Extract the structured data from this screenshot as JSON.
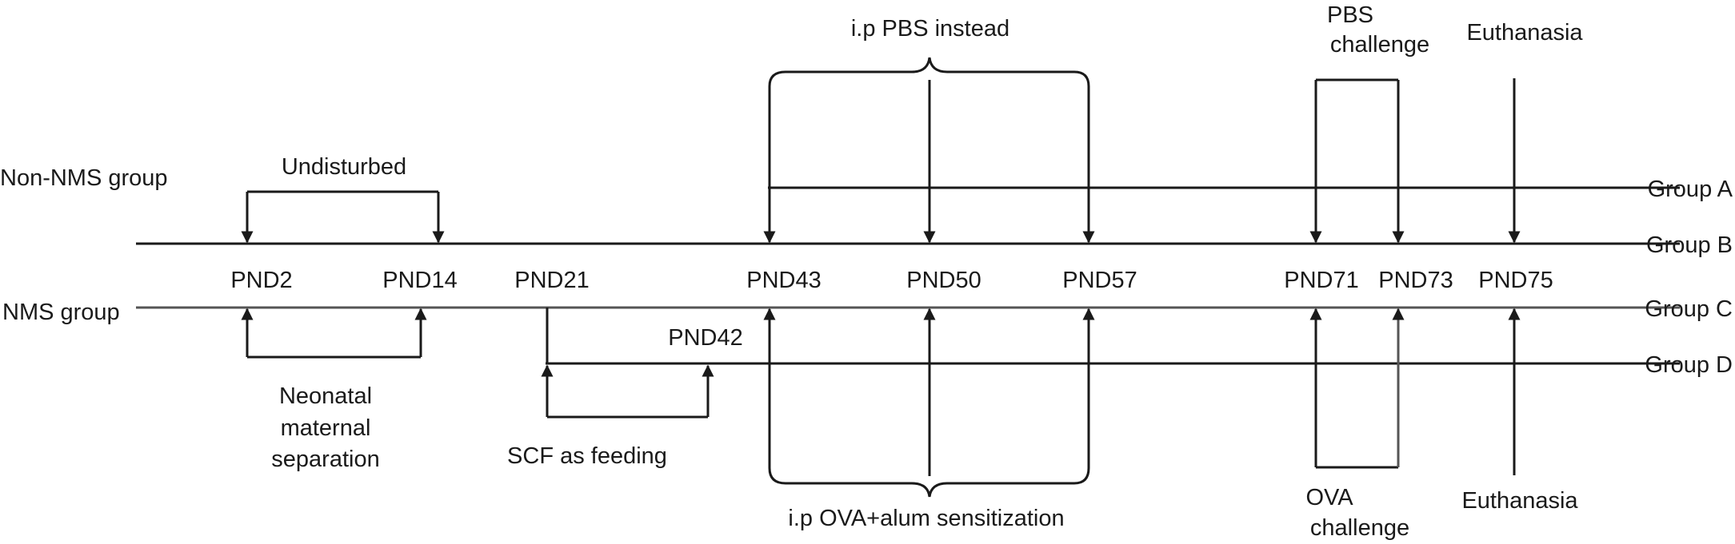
{
  "groups": {
    "non_nms": "Non-NMS group",
    "nms": "NMS group"
  },
  "lines": {
    "group_a": "Group A",
    "group_b": "Group B",
    "group_c": "Group C",
    "group_d": "Group D"
  },
  "days": {
    "pnd2": "PND2",
    "pnd14": "PND14",
    "pnd21": "PND21",
    "pnd42": "PND42",
    "pnd43": "PND43",
    "pnd50": "PND50",
    "pnd57": "PND57",
    "pnd71": "PND71",
    "pnd73": "PND73",
    "pnd75": "PND75"
  },
  "labels": {
    "undisturbed": "Undisturbed",
    "ip_pbs": "i.p PBS instead",
    "pbs_challenge_1": "PBS",
    "pbs_challenge_2": "challenge",
    "euthanasia_top": "Euthanasia",
    "nms_1": "Neonatal",
    "nms_2": "maternal",
    "nms_3": "separation",
    "scf": "SCF as feeding",
    "ip_ova": "i.p OVA+alum sensitization",
    "ova_challenge_1": "OVA",
    "ova_challenge_2": "challenge",
    "euthanasia_bottom": "Euthanasia"
  }
}
